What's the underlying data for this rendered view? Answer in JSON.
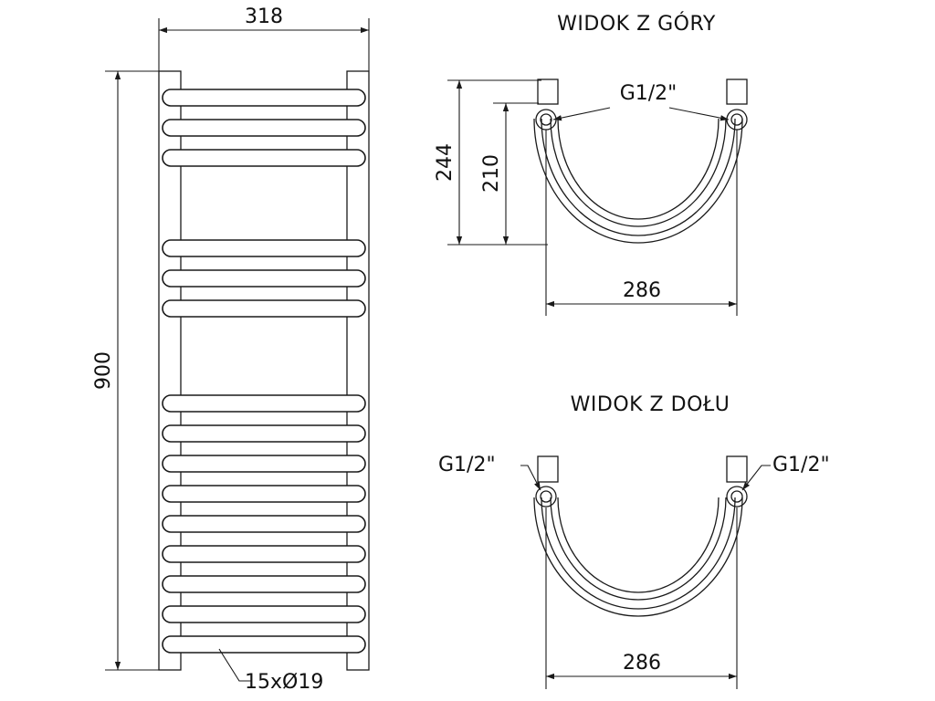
{
  "front_view": {
    "width_label": "318",
    "height_label": "900",
    "tubes_label": "15xØ19",
    "tube_count": 15
  },
  "top_view": {
    "title": "WIDOK Z GÓRY",
    "connection_label": "G1/2\"",
    "depth_outer_label": "244",
    "depth_inner_label": "210",
    "spacing_label": "286"
  },
  "bottom_view": {
    "title": "WIDOK Z DOŁU",
    "connection_left_label": "G1/2\"",
    "connection_right_label": "G1/2\"",
    "spacing_label": "286"
  }
}
